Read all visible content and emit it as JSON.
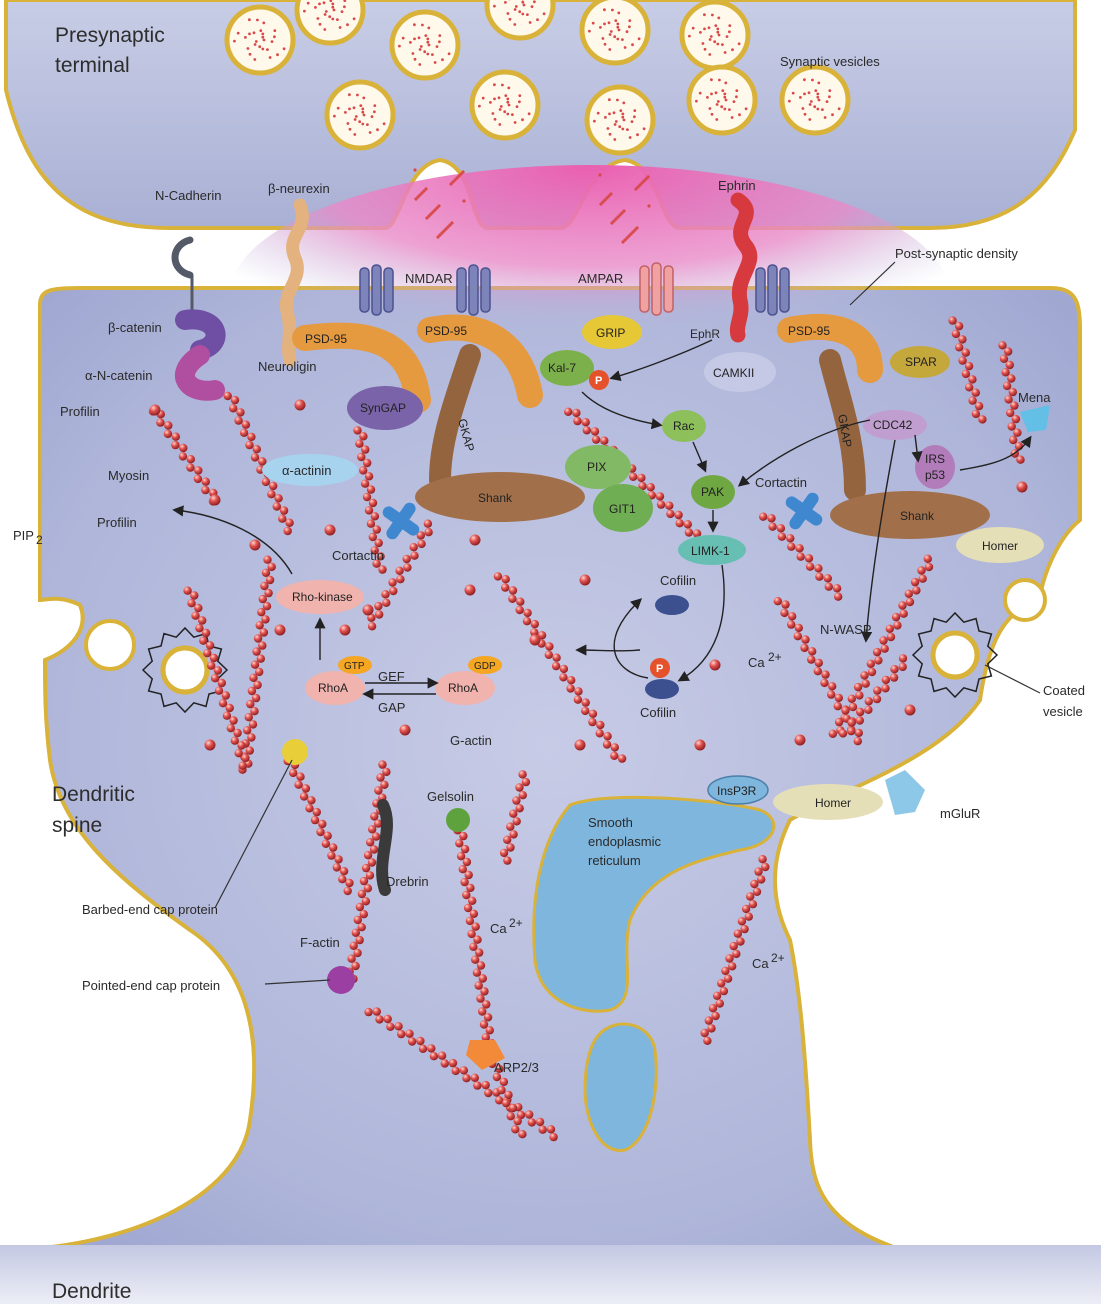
{
  "regions": {
    "presynaptic_1": "Presynaptic",
    "presynaptic_2": "terminal",
    "spine_1": "Dendritic",
    "spine_2": "spine",
    "dendrite": "Dendrite"
  },
  "labels": {
    "synaptic_vesicles": "Synaptic vesicles",
    "n_cadherin": "N-Cadherin",
    "beta_neurexin": "β-neurexin",
    "ephrin": "Ephrin",
    "post_synaptic_density": "Post-synaptic density",
    "nmdar": "NMDAR",
    "ampar": "AMPAR",
    "ephr": "EphR",
    "beta_catenin": "β-catenin",
    "alpha_n_catenin": "α-N-catenin",
    "neuroligin": "Neuroligin",
    "profilin_top": "Profilin",
    "profilin_left": "Profilin",
    "pip2": "PIP",
    "pip2_sub": "2",
    "myosin": "Myosin",
    "alpha_actinin": "α-actinin",
    "cortactin_left": "Cortactin",
    "cortactin_right": "Cortactin",
    "rho_kinase": "Rho-kinase",
    "gef": "GEF",
    "gap": "GAP",
    "cofilin_top": "Cofilin",
    "cofilin_bottom": "Cofilin",
    "n_wasp": "N-WASP",
    "ca_1": "Ca",
    "ca_2": "Ca",
    "ca_3": "Ca",
    "ca_sup": "2+",
    "coated_vesicle_1": "Coated",
    "coated_vesicle_2": "vesicle",
    "g_actin": "G-actin",
    "gelsolin": "Gelsolin",
    "ser_1": "Smooth",
    "ser_2": "endoplasmic",
    "ser_3": "reticulum",
    "mglur": "mGluR",
    "drebrin": "Drebrin",
    "f_actin": "F-actin",
    "barbed_end": "Barbed-end cap protein",
    "pointed_end": "Pointed-end cap protein",
    "arp23": "ARP2/3",
    "mena": "Mena"
  },
  "proteins": {
    "psd95_a": "PSD-95",
    "psd95_b": "PSD-95",
    "psd95_c": "PSD-95",
    "syngap": "SynGAP",
    "grip": "GRIP",
    "kal7": "Kal-7",
    "p1": "P",
    "p2": "P",
    "camkii": "CAMKII",
    "spar": "SPAR",
    "gkap_a": "GKAP",
    "gkap_b": "GKAP",
    "shank_a": "Shank",
    "shank_b": "Shank",
    "pix": "PIX",
    "git1": "GIT1",
    "rac": "Rac",
    "pak": "PAK",
    "limk": "LIMK-1",
    "cdc42": "CDC42",
    "irs_1": "IRS",
    "irs_2": "p53",
    "homer_a": "Homer",
    "homer_b": "Homer",
    "insp3r": "InsP3R",
    "rhoa_a": "RhoA",
    "rhoa_b": "RhoA",
    "gtp": "GTP",
    "gdp": "GDP"
  },
  "colors": {
    "presynaptic_fill": "#b9bfdc",
    "spine_fill": "#b3b9dc",
    "membrane": "#d9b23a",
    "psd_pink": "#e46fb5",
    "actin_bead": "#d84a4a",
    "er_fill": "#7fb6dd"
  }
}
